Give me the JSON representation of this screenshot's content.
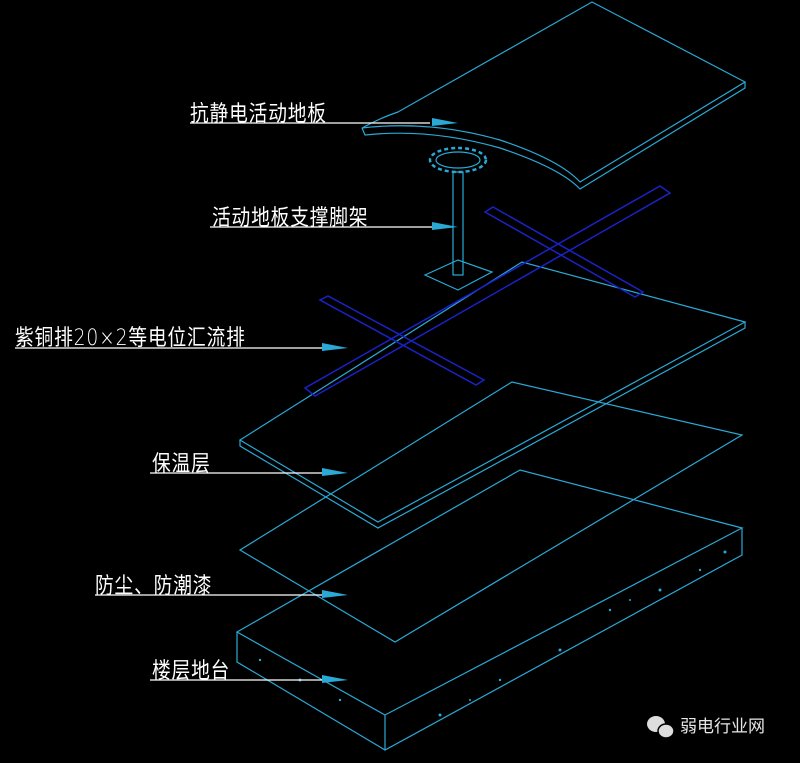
{
  "labels": {
    "floor_panel": "抗静电活动地板",
    "support": "活动地板支撑脚架",
    "copper_bar": "紫铜排20×2等电位汇流排",
    "insulation": "保温层",
    "dustproof": "防尘、防潮漆",
    "slab": "楼层地台"
  },
  "watermark": "弱电行业网",
  "colors": {
    "line": "#2aa9d6",
    "bar": "#1a22c8",
    "text": "#ffffff"
  }
}
